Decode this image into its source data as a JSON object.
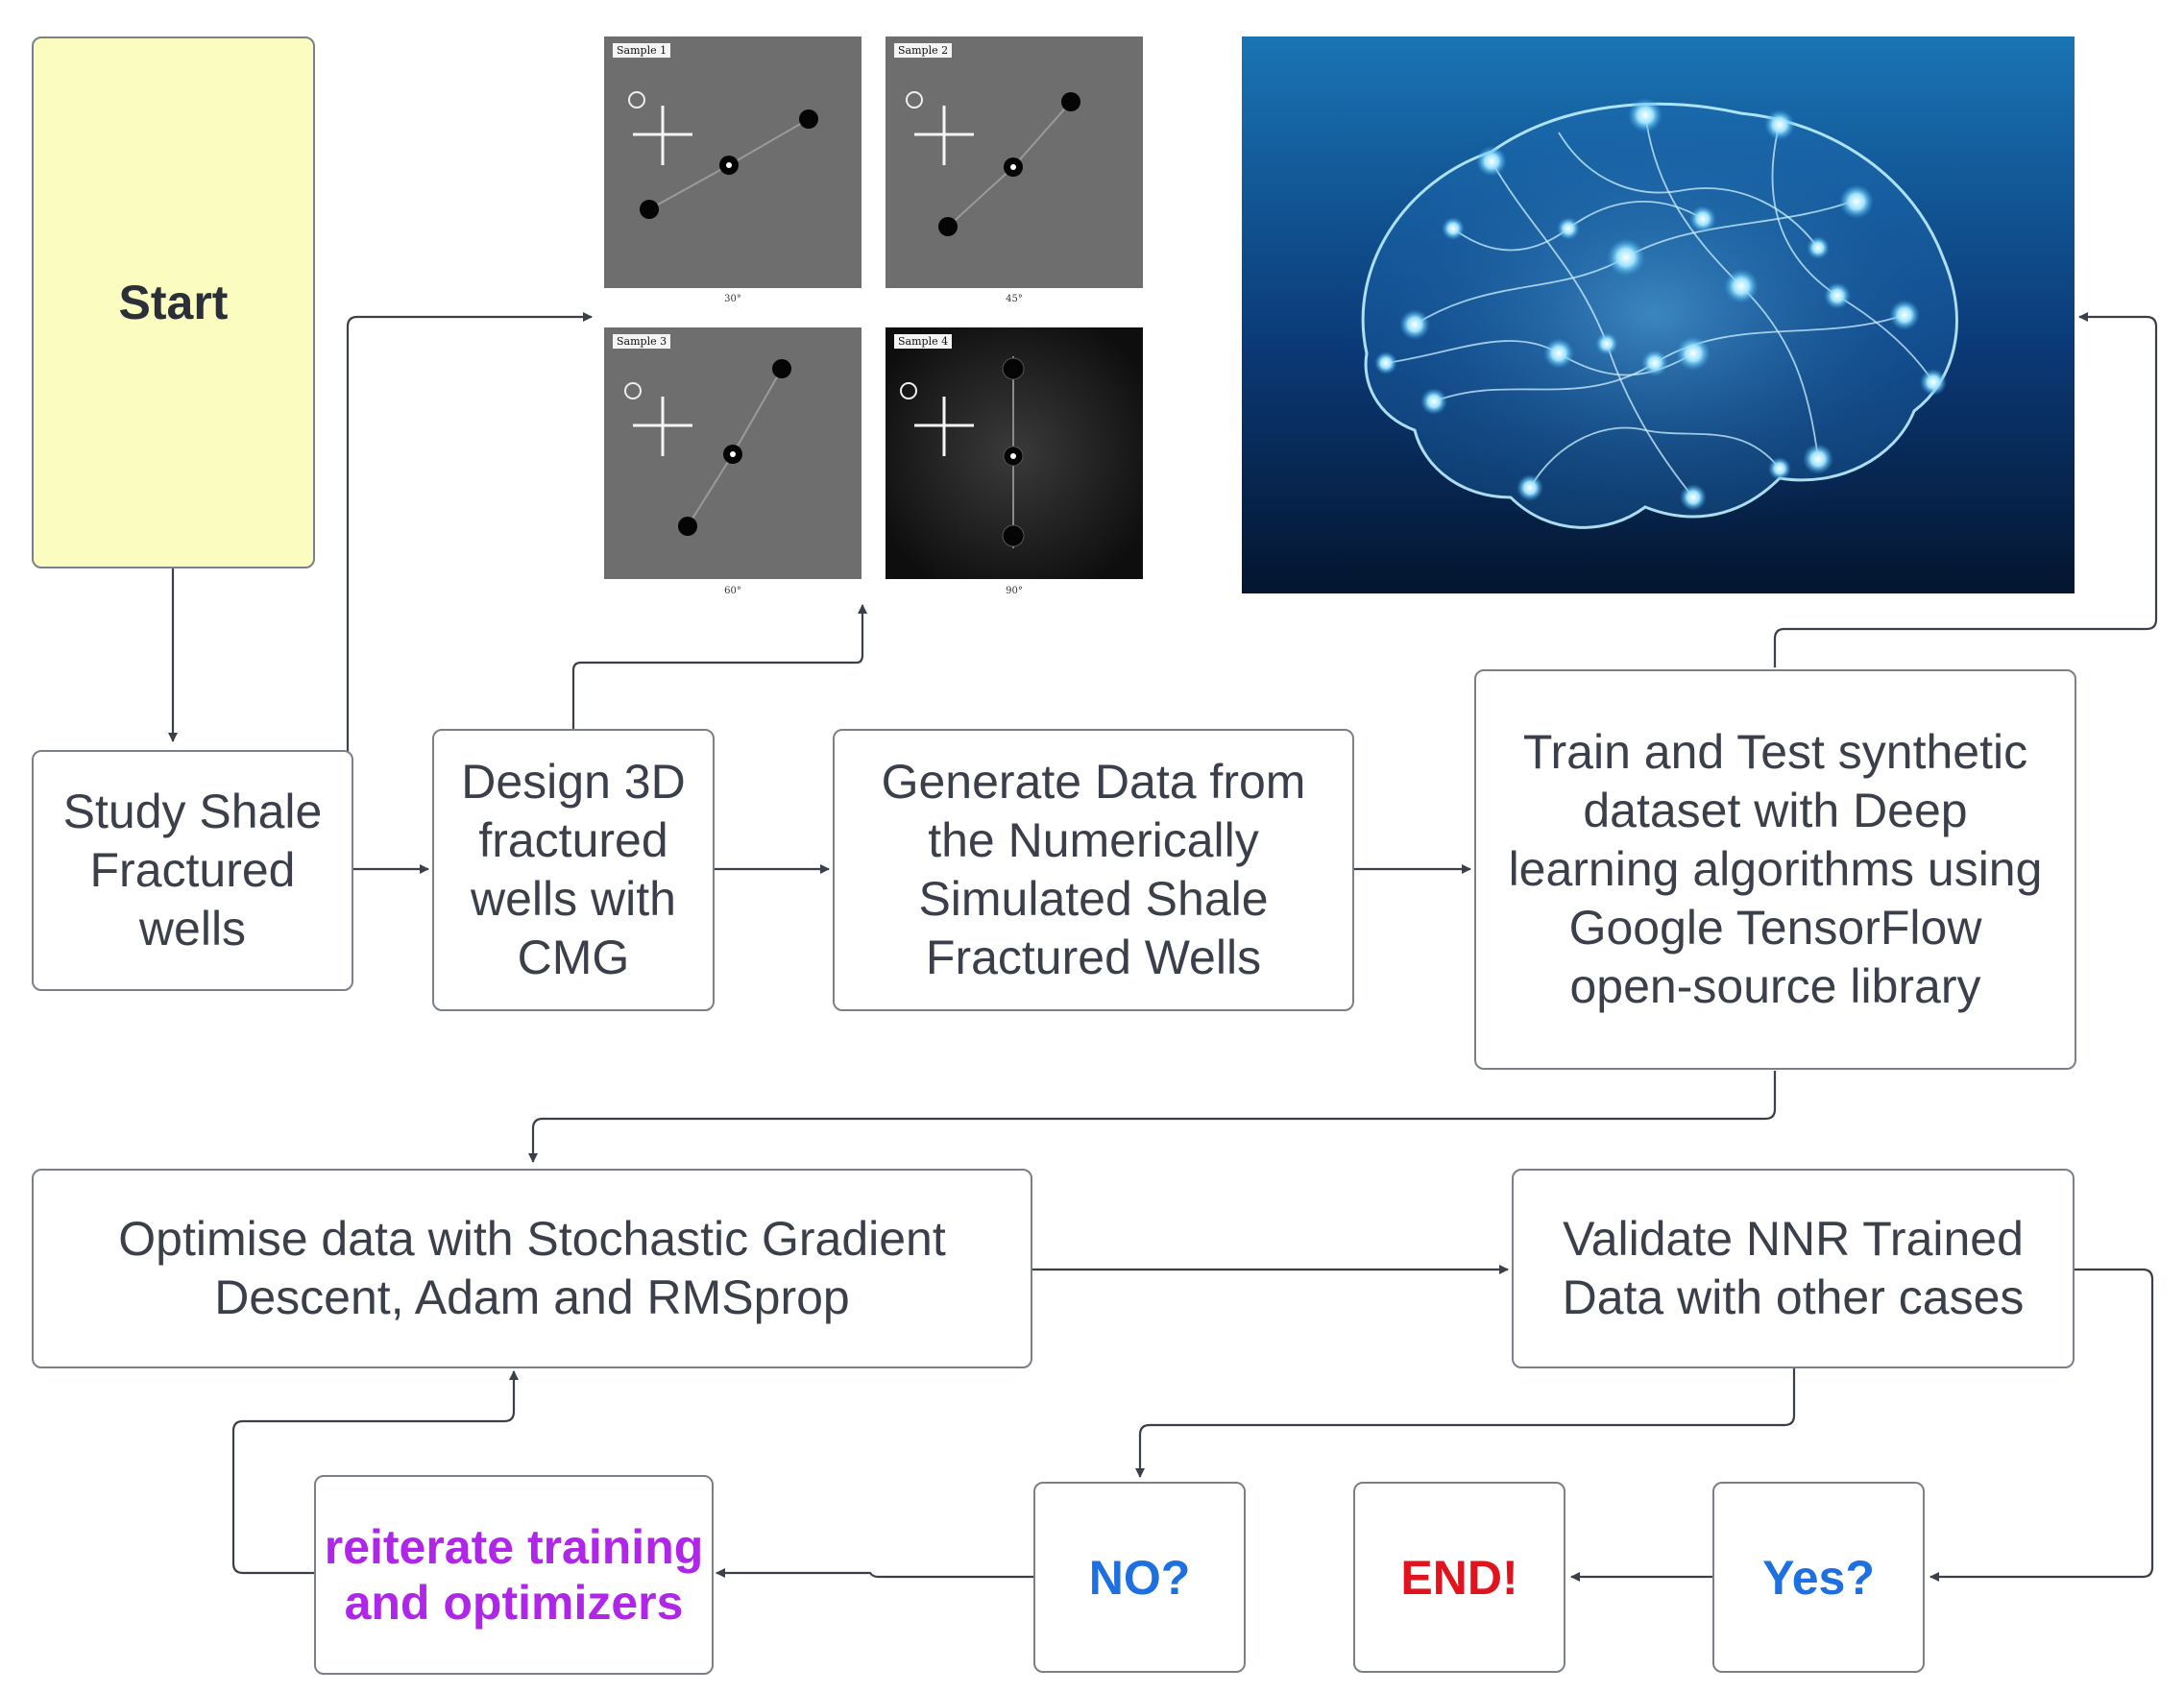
{
  "nodes": {
    "start": "Start",
    "study": "Study Shale\nFractured\nwells",
    "design": "Design 3D\nfractured\nwells with\nCMG",
    "generate": "Generate Data from\nthe Numerically\nSimulated Shale\nFractured Wells",
    "train": "Train and Test synthetic\ndataset with  Deep\nlearning algorithms using\nGoogle TensorFlow\nopen-source library",
    "optimise": "Optimise data with Stochastic Gradient\nDescent, Adam and RMSprop",
    "validate": "Validate NNR Trained\nData with other cases",
    "reiterate": "reiterate training\nand optimizers",
    "no": "NO?",
    "end": "END!",
    "yes": "Yes?"
  },
  "samples": [
    {
      "tag": "Sample 1",
      "caption": "30°"
    },
    {
      "tag": "Sample 2",
      "caption": "45°"
    },
    {
      "tag": "Sample 3",
      "caption": "60°"
    },
    {
      "tag": "Sample 4",
      "caption": "90°"
    }
  ],
  "colors": {
    "start_fill": "#fafcc0",
    "border": "#7b7f88",
    "text": "#3a3f4a",
    "arrow": "#3a3f4a",
    "reiterate_text": "#b026e8",
    "decision_text": "#1e6fe0",
    "end_text": "#e0141e",
    "brain_background": "#0b3a78",
    "brain_glow": "#9fe4ff"
  },
  "images": {
    "sample_panels": "fracture-sample-images",
    "brain": "neural-network-brain-image"
  }
}
